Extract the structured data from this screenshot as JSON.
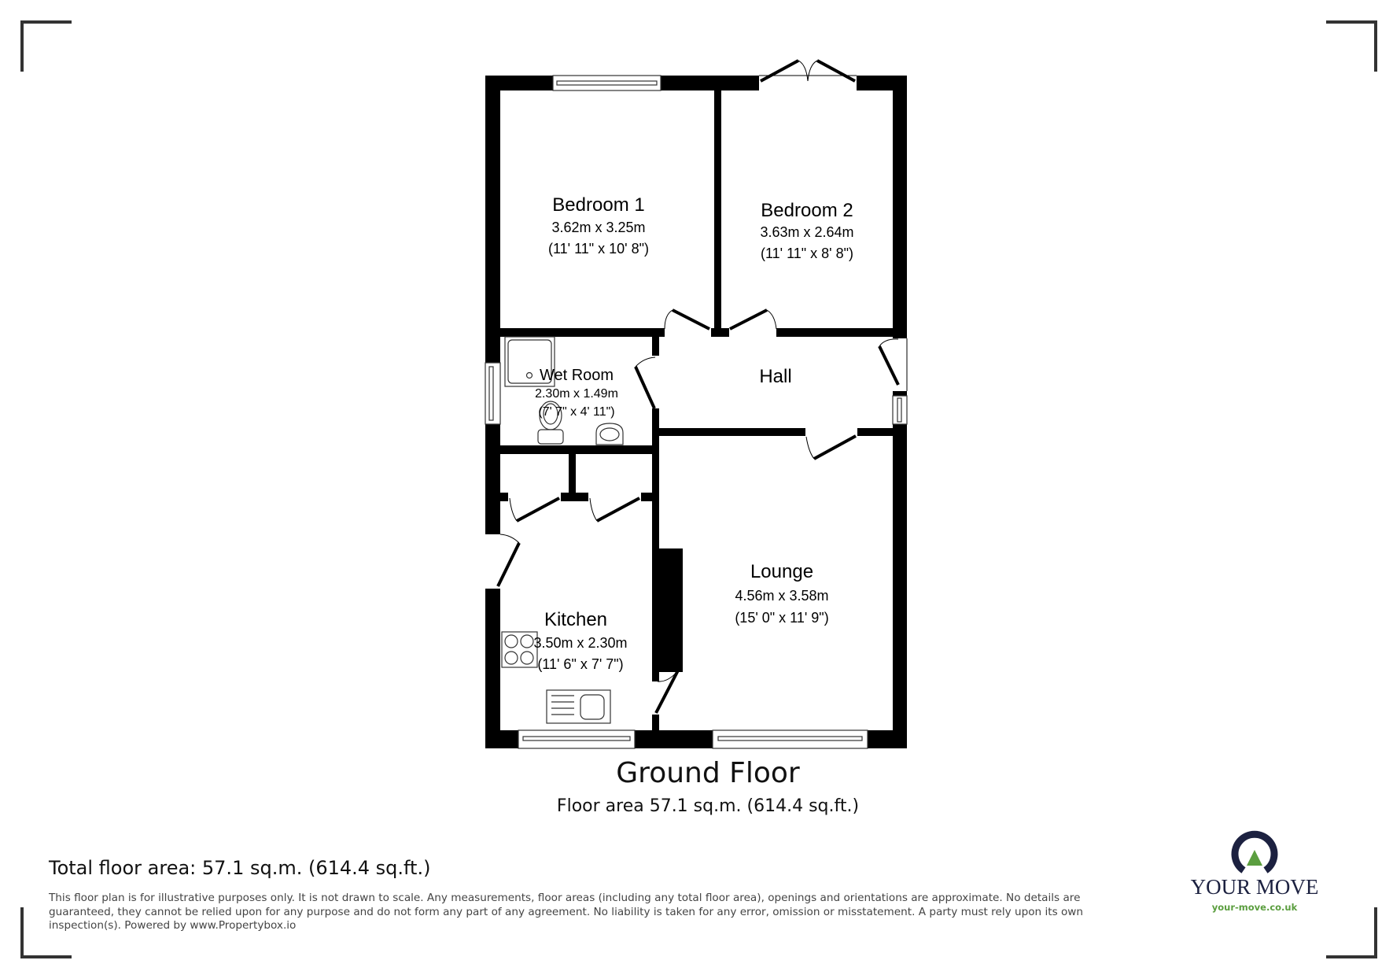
{
  "floor": {
    "title": "Ground Floor",
    "area_label": "Floor area 57.1 sq.m. (614.4 sq.ft.)"
  },
  "rooms": [
    {
      "id": "bedroom-1",
      "name": "Bedroom 1",
      "metric": "3.62m x 3.25m",
      "imperial": "(11' 11\" x 10' 8\")"
    },
    {
      "id": "bedroom-2",
      "name": "Bedroom 2",
      "metric": "3.63m x 2.64m",
      "imperial": "(11' 11\" x 8' 8\")"
    },
    {
      "id": "wet-room",
      "name": "Wet Room",
      "metric": "2.30m x 1.49m",
      "imperial": "(7' 7\" x 4' 11\")"
    },
    {
      "id": "hall",
      "name": "Hall"
    },
    {
      "id": "lounge",
      "name": "Lounge",
      "metric": "4.56m x 3.58m",
      "imperial": "(15' 0\" x 11' 9\")"
    },
    {
      "id": "kitchen",
      "name": "Kitchen",
      "metric": "3.50m x 2.30m",
      "imperial": "(11' 6\" x 7' 7\")"
    }
  ],
  "footer": {
    "total_area": "Total floor area: 57.1 sq.m. (614.4 sq.ft.)",
    "disclaimer": "This floor plan is for illustrative purposes only. It is not drawn to scale. Any measurements, floor areas (including any total floor area), openings and orientations are approximate. No details are guaranteed, they cannot be relied upon for any purpose and do not form any part of any agreement. No liability is taken for any error, omission or misstatement. A party must rely upon its own inspection(s). Powered by www.Propertybox.io"
  },
  "brand": {
    "name": "YOUR MOVE",
    "url": "your-move.co.uk",
    "colors": {
      "navy": "#1c2140",
      "green": "#5b9e3f"
    }
  },
  "icons": {
    "crop_marks": "crop-corner-icon",
    "logo": "your-move-logo-icon"
  }
}
